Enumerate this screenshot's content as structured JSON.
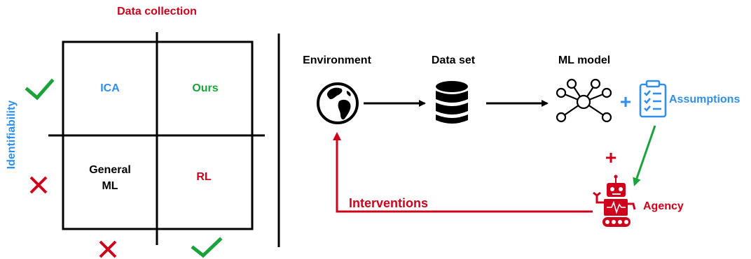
{
  "colors": {
    "red": "#d0021b",
    "blue": "#2f8ff0",
    "green": "#1aa33a",
    "black": "#000000"
  },
  "quadrant": {
    "top_label": "Data collection",
    "side_label": "Identifiability",
    "cells": {
      "top_left": "ICA",
      "top_right": "Ours",
      "bottom_left": "General\nML",
      "bottom_right": "RL"
    }
  },
  "pipeline": {
    "environment_label": "Environment",
    "dataset_label": "Data set",
    "model_label": "ML model",
    "plus_symbol": "+",
    "assumptions_label": "Assumptions",
    "agency_label": "Agency",
    "interventions_label": "Interventions"
  },
  "icons": [
    "check-icon",
    "cross-icon",
    "globe-icon",
    "database-icon",
    "network-icon",
    "clipboard-icon",
    "robot-icon"
  ]
}
